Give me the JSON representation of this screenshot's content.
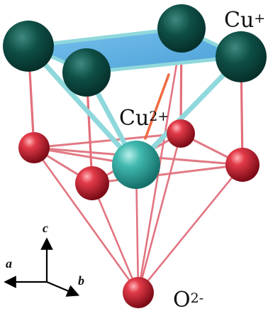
{
  "labels": {
    "cu_plus": {
      "base": "Cu",
      "charge": "+"
    },
    "cu_2plus": {
      "base": "Cu",
      "charge": "2+"
    },
    "o_2minus": {
      "base": "O",
      "charge": "2-"
    }
  },
  "axes": {
    "a": "a",
    "b": "b",
    "c": "c"
  },
  "colors": {
    "cu_plus_atom": "#0e4f46",
    "cu_2plus_atom": "#33aaa2",
    "oxygen_atom": "#c71b2c",
    "bond_o": "#e0707a",
    "bond_cu": "#8fd8dc",
    "plane": "#62b4e4"
  }
}
